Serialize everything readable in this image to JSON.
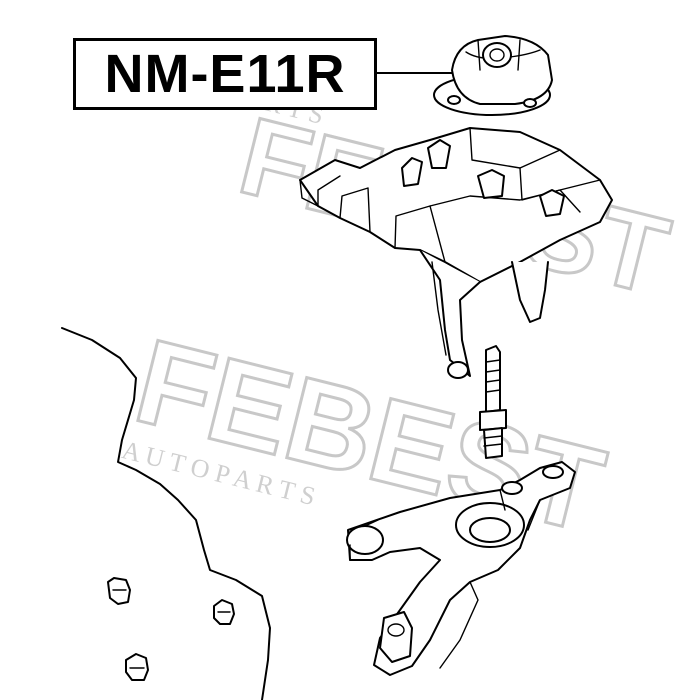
{
  "part_number": "NM-E11R",
  "watermark": {
    "brand": "FEBEST",
    "subtitle": "A U T O  P A R T S",
    "color": "#c8c8c8"
  },
  "line_color": "#000000",
  "background_color": "#ffffff"
}
